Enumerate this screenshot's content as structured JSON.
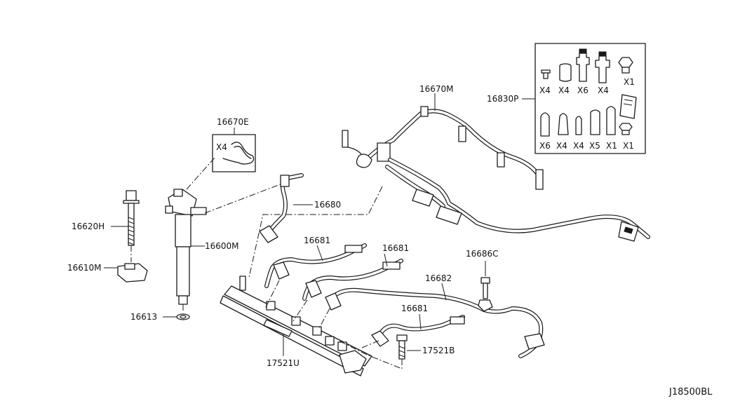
{
  "diagram": {
    "labels": {
      "p16670E": "16670E",
      "p16670M": "16670M",
      "p16830P": "16830P",
      "p16680": "16680",
      "p16620H": "16620H",
      "p16600M": "16600M",
      "p16610M": "16610M",
      "p16613": "16613",
      "p16681a": "16681",
      "p16681b": "16681",
      "p16681c": "16681",
      "p16682": "16682",
      "p16686C": "16686C",
      "p17521B": "17521B",
      "p17521U": "17521U"
    },
    "clip_qty": "X4",
    "kit_qty_row1": [
      "X4",
      "X4",
      "X6",
      "X4",
      "X1"
    ],
    "kit_qty_row2": [
      "X6",
      "X4",
      "X4",
      "X5",
      "X1",
      "X1"
    ],
    "reference": "J18500BL"
  }
}
